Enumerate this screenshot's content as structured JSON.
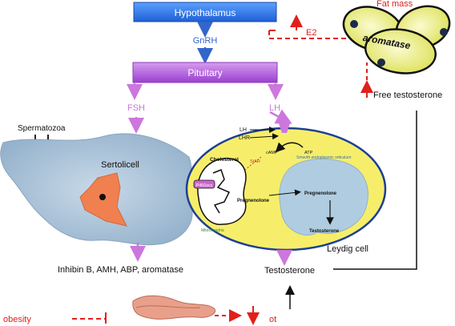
{
  "labels": {
    "hypothalamus": "Hypothalamus",
    "gnrh": "GnRH",
    "pituitary": "Pituitary",
    "fsh": "FSH",
    "lh": "LH",
    "e2": "E2",
    "fat_mass": "Fat mass",
    "aromatase": "aromatase",
    "free_testosterone": "Free testosterone",
    "spermatozoa": "Spermatozoa",
    "sertolicell": "Sertolicell",
    "sertoli_products": "Inhibin B, AMH, ABP, aromatase",
    "testosterone": "Testosterone",
    "leydig_cell": "Leydig cell",
    "obesity": "obesity",
    "ot": "ot"
  },
  "leydig": {
    "lh": "LH",
    "lhr": "LHR",
    "camp": "cAMP",
    "atp": "ATP",
    "cholesterol": "Cholesterol",
    "star": "StAR",
    "p450scc": "P450scc",
    "pregnenolone_mito": "Pregnenolone",
    "mitochondria": "Mitochondria",
    "ser": "Smooth endoplasmic reticulum",
    "pregnenolone": "Pregnenolone",
    "testosterone": "Testosterone"
  },
  "colors": {
    "blue": "#3366cc",
    "purple_arrow": "#cc77dd",
    "red": "#e0201b",
    "cell_fill": "#f6ee6a",
    "cell_border": "#1c3f94",
    "sertoli_fill": "#a7c0d6",
    "nucleus": "#f08050"
  }
}
